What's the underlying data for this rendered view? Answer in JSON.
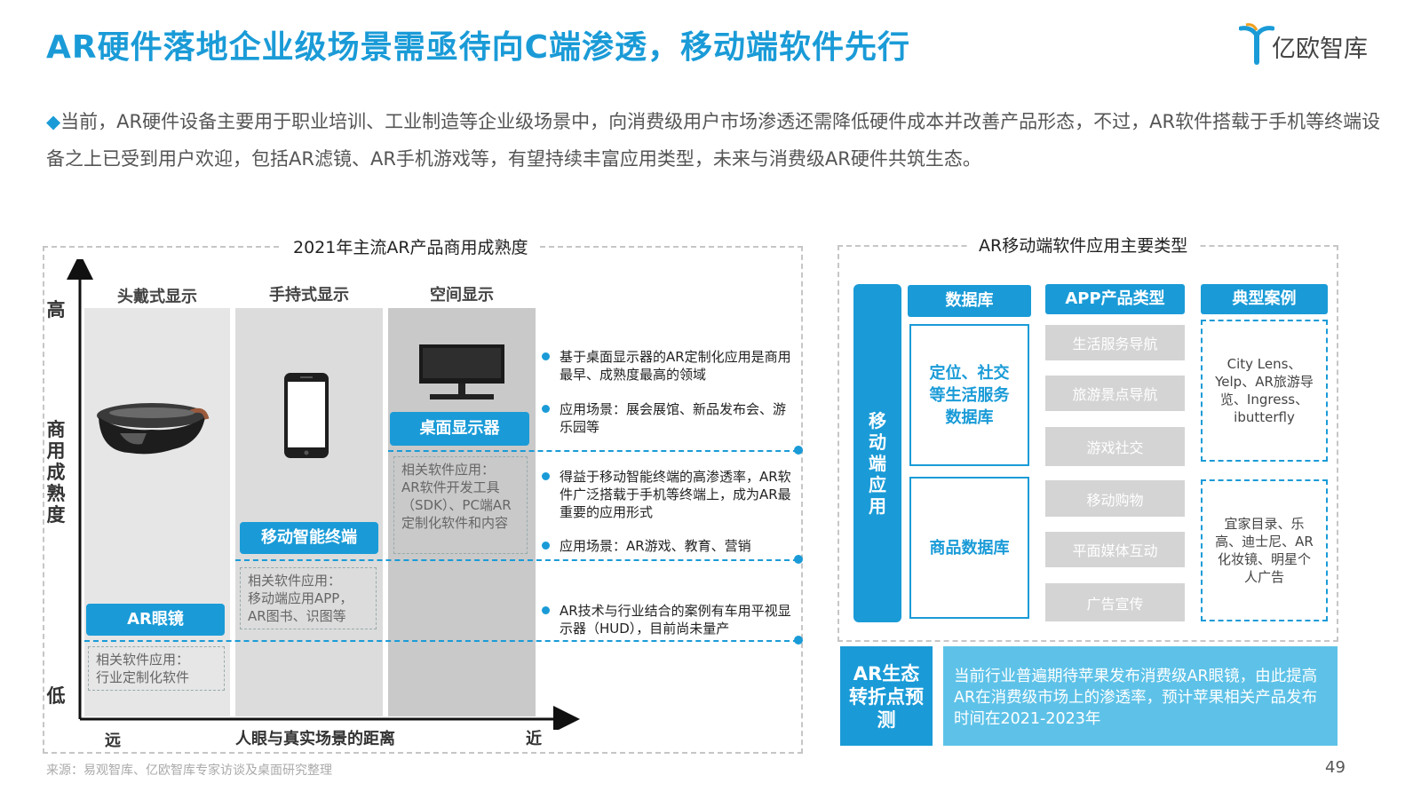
{
  "title": "AR硬件落地企业级场景需亟待向C端渗透，移动端软件先行",
  "logo": {
    "text": "亿欧智库"
  },
  "intro": {
    "bullet": "◆",
    "text": "当前，AR硬件设备主要用于职业培训、工业制造等企业级场景中，向消费级用户市场渗透还需降低硬件成本并改善产品形态，不过，AR软件搭载于手机等终端设备之上已受到用户欢迎，包括AR滤镜、AR手机游戏等，有望持续丰富应用类型，未来与消费级AR硬件共筑生态。"
  },
  "left_panel": {
    "title": "2021年主流AR产品商用成熟度",
    "y_axis": {
      "high": "高",
      "label": "商用成熟度",
      "low": "低"
    },
    "x_axis": {
      "far": "远",
      "label": "人眼与真实场景的距离",
      "near": "近"
    },
    "columns": [
      "头戴式显示",
      "手持式显示",
      "空间显示"
    ],
    "products": [
      {
        "tag": "AR眼镜",
        "software": "相关软件应用：\n行业定制化软件"
      },
      {
        "tag": "移动智能终端",
        "software": "相关软件应用：\n移动端应用APP，\nAR图书、识图等"
      },
      {
        "tag": "桌面显示器",
        "software": "相关软件应用：\nAR软件开发工具（SDK）、PC端AR定制化软件和内容"
      }
    ],
    "notes": [
      "基于桌面显示器的AR定制化应用是商用最早、成熟度最高的领域",
      "应用场景：展会展馆、新品发布会、游乐园等",
      "得益于移动智能终端的高渗透率，AR软件广泛搭载于手机等终端上，成为AR最重要的应用形式",
      "应用场景：AR游戏、教育、营销",
      "AR技术与行业结合的案例有车用平视显示器（HUD），目前尚未量产"
    ]
  },
  "right_panel": {
    "title": "AR移动端软件应用主要类型",
    "side_label": "移动端应用",
    "headers": [
      "数据库",
      "APP产品类型",
      "典型案例"
    ],
    "databases": [
      "定位、社交等生活服务数据库",
      "商品数据库"
    ],
    "app_types": [
      "生活服务导航",
      "旅游景点导航",
      "游戏社交",
      "移动购物",
      "平面媒体互动",
      "广告宣传"
    ],
    "cases": [
      "City Lens、Yelp、AR旅游导览、Ingress、ibutterfly",
      "宜家目录、乐高、迪士尼、AR化妆镜、明星个人广告"
    ]
  },
  "forecast": {
    "label": "AR生态转折点预测",
    "text": "当前行业普遍期待苹果发布消费级AR眼镜，由此提高AR在消费级市场上的渗透率，预计苹果相关产品发布时间在2021-2023年"
  },
  "footer": {
    "source": "来源：易观智库、亿欧智库专家访谈及桌面研究整理",
    "page": "49"
  },
  "colors": {
    "accent": "#1a9bd7",
    "column_bg": "#e6e6e6",
    "grey_item": "#d4d4d4"
  }
}
